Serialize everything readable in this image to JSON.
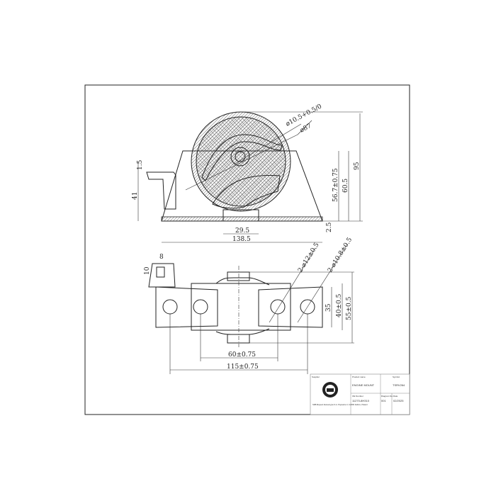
{
  "drawing": {
    "top_view": {
      "dims": {
        "bore_dia": "⌀10.5+0.5/0",
        "outer_dia": "⌀87",
        "flange_thickness": "1.5",
        "bracket_height": "41",
        "boss_width": "29.5",
        "overall_width": "138.5",
        "plate_thickness": "2.5",
        "center_height": "56.7±0.75",
        "shoulder_height": "60.5",
        "overall_height": "95"
      }
    },
    "bottom_view": {
      "dims": {
        "tab_width": "8",
        "tab_height": "10",
        "small_holes": "2-⌀12±0.5",
        "large_holes": "2-⌀10.8±0.5",
        "hole_pitch_inner": "60±0.75",
        "hole_pitch_outer": "115±0.75",
        "bracket_depth": "35",
        "body_depth": "40±0.5",
        "overall_depth": "55±0.5"
      }
    }
  },
  "title_block": {
    "supplier_label": "Supplier",
    "company_text": "SRB Mayseri Akcesoryjne S.A. Popowice 3, 41-800 Zabrze, Poland",
    "product_name_label": "Product name",
    "product_name": "ENGINE MOUNT",
    "symbol_label": "Symbol",
    "symbol": "TSRV264",
    "oe_number_label": "OE Number",
    "oe_number": "11270-8H310",
    "diagram_no_label": "Diagram No.",
    "diagram_no": "001",
    "date_label": "Date",
    "date": "02/2025"
  }
}
